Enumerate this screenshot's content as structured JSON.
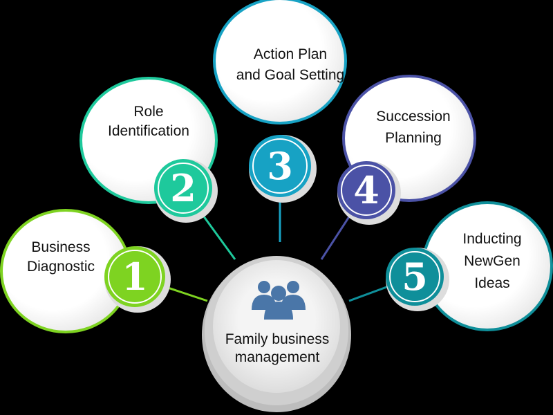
{
  "center": {
    "lines": [
      "Family business",
      "management"
    ],
    "icon": "people-group-icon",
    "icon_color": "#4a76a8"
  },
  "steps": [
    {
      "number": "1",
      "lines": [
        "Business",
        "Diagnostic"
      ],
      "color": "#7ed321"
    },
    {
      "number": "2",
      "lines": [
        "Role",
        "Identification"
      ],
      "color": "#1ec99c"
    },
    {
      "number": "3",
      "lines": [
        "Action Plan",
        "and Goal Setting"
      ],
      "color": "#17a2c4"
    },
    {
      "number": "4",
      "lines": [
        "Succession",
        "Planning"
      ],
      "color": "#4b52a6"
    },
    {
      "number": "5",
      "lines": [
        "Inducting",
        "NewGen",
        "Ideas"
      ],
      "color": "#0f8f9a"
    }
  ]
}
